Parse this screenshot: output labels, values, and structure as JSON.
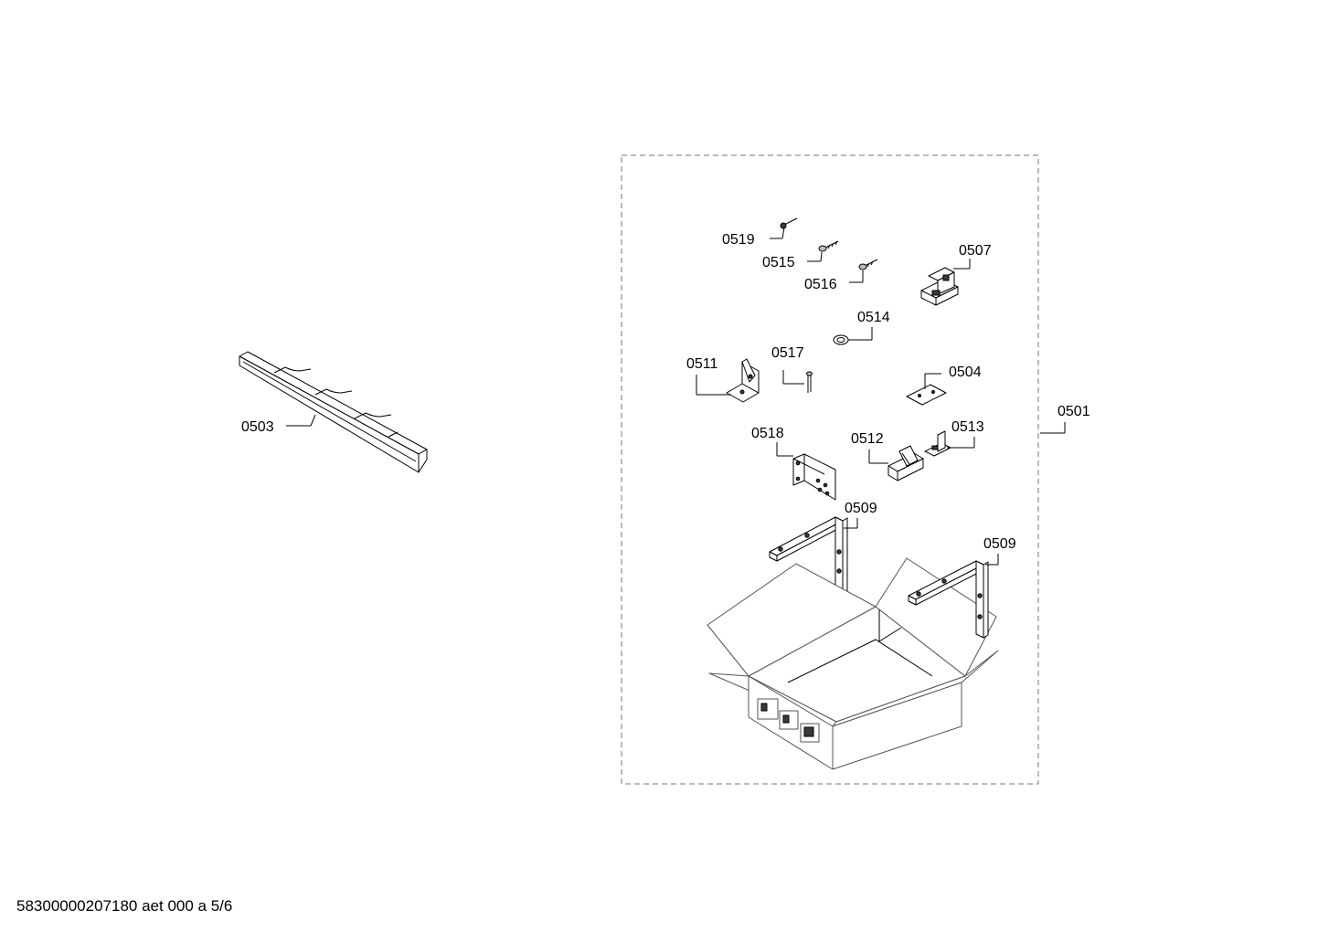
{
  "part_labels": {
    "p0501": "0501",
    "p0503": "0503",
    "p0504": "0504",
    "p0507": "0507",
    "p0509a": "0509",
    "p0509b": "0509",
    "p0511": "0511",
    "p0512": "0512",
    "p0513": "0513",
    "p0514": "0514",
    "p0515": "0515",
    "p0516": "0516",
    "p0517": "0517",
    "p0518": "0518",
    "p0519": "0519"
  },
  "footer": {
    "document_code": "58300000207180 aet 000 a 5/6"
  }
}
